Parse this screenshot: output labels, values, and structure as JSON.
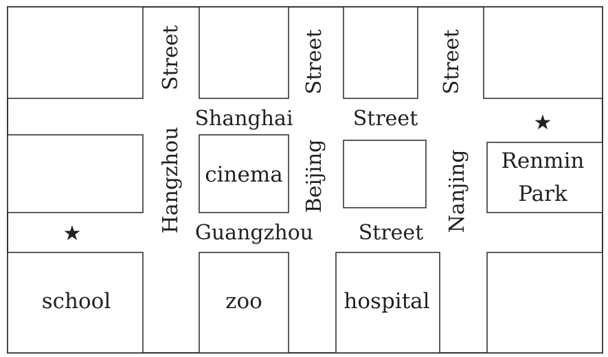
{
  "map": {
    "streets": {
      "hangzhou_street": {
        "name": "Hangzhou",
        "suffix": "Street"
      },
      "beijing_street": {
        "name": "Beijing",
        "suffix": "Street"
      },
      "nanjing_street": {
        "name": "Nanjing",
        "suffix": "Street"
      },
      "shanghai_street": {
        "name": "Shanghai",
        "suffix": "Street"
      },
      "guangzhou_street": {
        "name": "Guangzhou",
        "suffix": "Street"
      }
    },
    "places": {
      "cinema": "cinema",
      "renmin_park": [
        "Renmin",
        "Park"
      ],
      "school": "school",
      "zoo": "zoo",
      "hospital": "hospital"
    },
    "markers": {
      "symbol": "★",
      "count": 2
    },
    "colors": {
      "ink": "#222222",
      "line": "#333333",
      "background": "#ffffff"
    }
  }
}
